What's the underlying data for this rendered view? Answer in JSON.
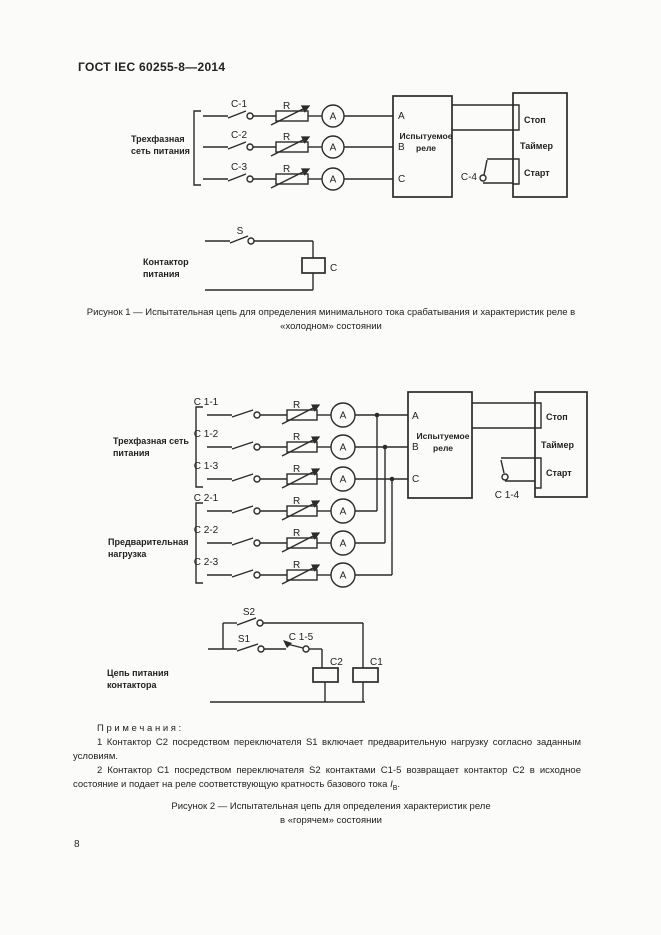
{
  "page": {
    "header": "ГОСТ IEC 60255-8—2014",
    "page_number": "8"
  },
  "figure1": {
    "source_label_line1": "Трехфазная",
    "source_label_line2": "сеть питания",
    "branches": [
      {
        "switch": "C-1"
      },
      {
        "switch": "C-2"
      },
      {
        "switch": "C-3"
      }
    ],
    "resistor_label": "R",
    "ammeter_label": "A",
    "relay_line1": "Испытуемое",
    "relay_line2": "реле",
    "terminals": [
      "A",
      "B",
      "C"
    ],
    "timer": {
      "stop": "Стоп",
      "name": "Таймер",
      "start": "Старт"
    },
    "aux_switch": "C-4",
    "contactor": {
      "label_line1": "Контактор",
      "label_line2": "питания",
      "switch": "S",
      "coil": "C"
    },
    "caption_line1": "Рисунок 1 — Испытательная цепь для определения минимального тока срабатывания и характеристик реле в",
    "caption_line2": "«холодном» состоянии"
  },
  "figure2": {
    "source_label_line1": "Трехфазная сеть",
    "source_label_line2": "питания",
    "preload_label_line1": "Предварительная",
    "preload_label_line2": "нагрузка",
    "branches": [
      {
        "switch": "C 1-1"
      },
      {
        "switch": "C 1-2"
      },
      {
        "switch": "C 1-3"
      },
      {
        "switch": "C 2-1"
      },
      {
        "switch": "C 2-2"
      },
      {
        "switch": "C 2-3"
      }
    ],
    "resistor_label": "R",
    "ammeter_label": "A",
    "relay_line1": "Испытуемое",
    "relay_line2": "реле",
    "terminals": [
      "A",
      "B",
      "C"
    ],
    "timer": {
      "stop": "Стоп",
      "name": "Таймер",
      "start": "Старт"
    },
    "aux_switch": "C 1-4",
    "contactor_circuit": {
      "label_line1": "Цепь питания",
      "label_line2": "контактора",
      "switch_top": "S2",
      "switch_mid": "S1",
      "contact": "C 1-5",
      "coil_left": "C2",
      "coil_right": "C1"
    },
    "caption_line1": "Рисунок 2 — Испытательная цепь для определения характеристик реле",
    "caption_line2": "в «горячем» состоянии"
  },
  "notes": {
    "heading": "П р и м е ч а н и я :",
    "note1": "1 Контактор С2 посредством переключателя S1 включает предварительную нагрузку согласно заданным условиям.",
    "note2_text": "2 Контактор С1 посредством переключателя S2 контактами С1-5 возвращает контактор С2 в исходное состояние и подает на реле соответствующую кратность базового тока ",
    "note2_symbol": "I",
    "note2_sub": "B",
    "note2_tail": "."
  }
}
